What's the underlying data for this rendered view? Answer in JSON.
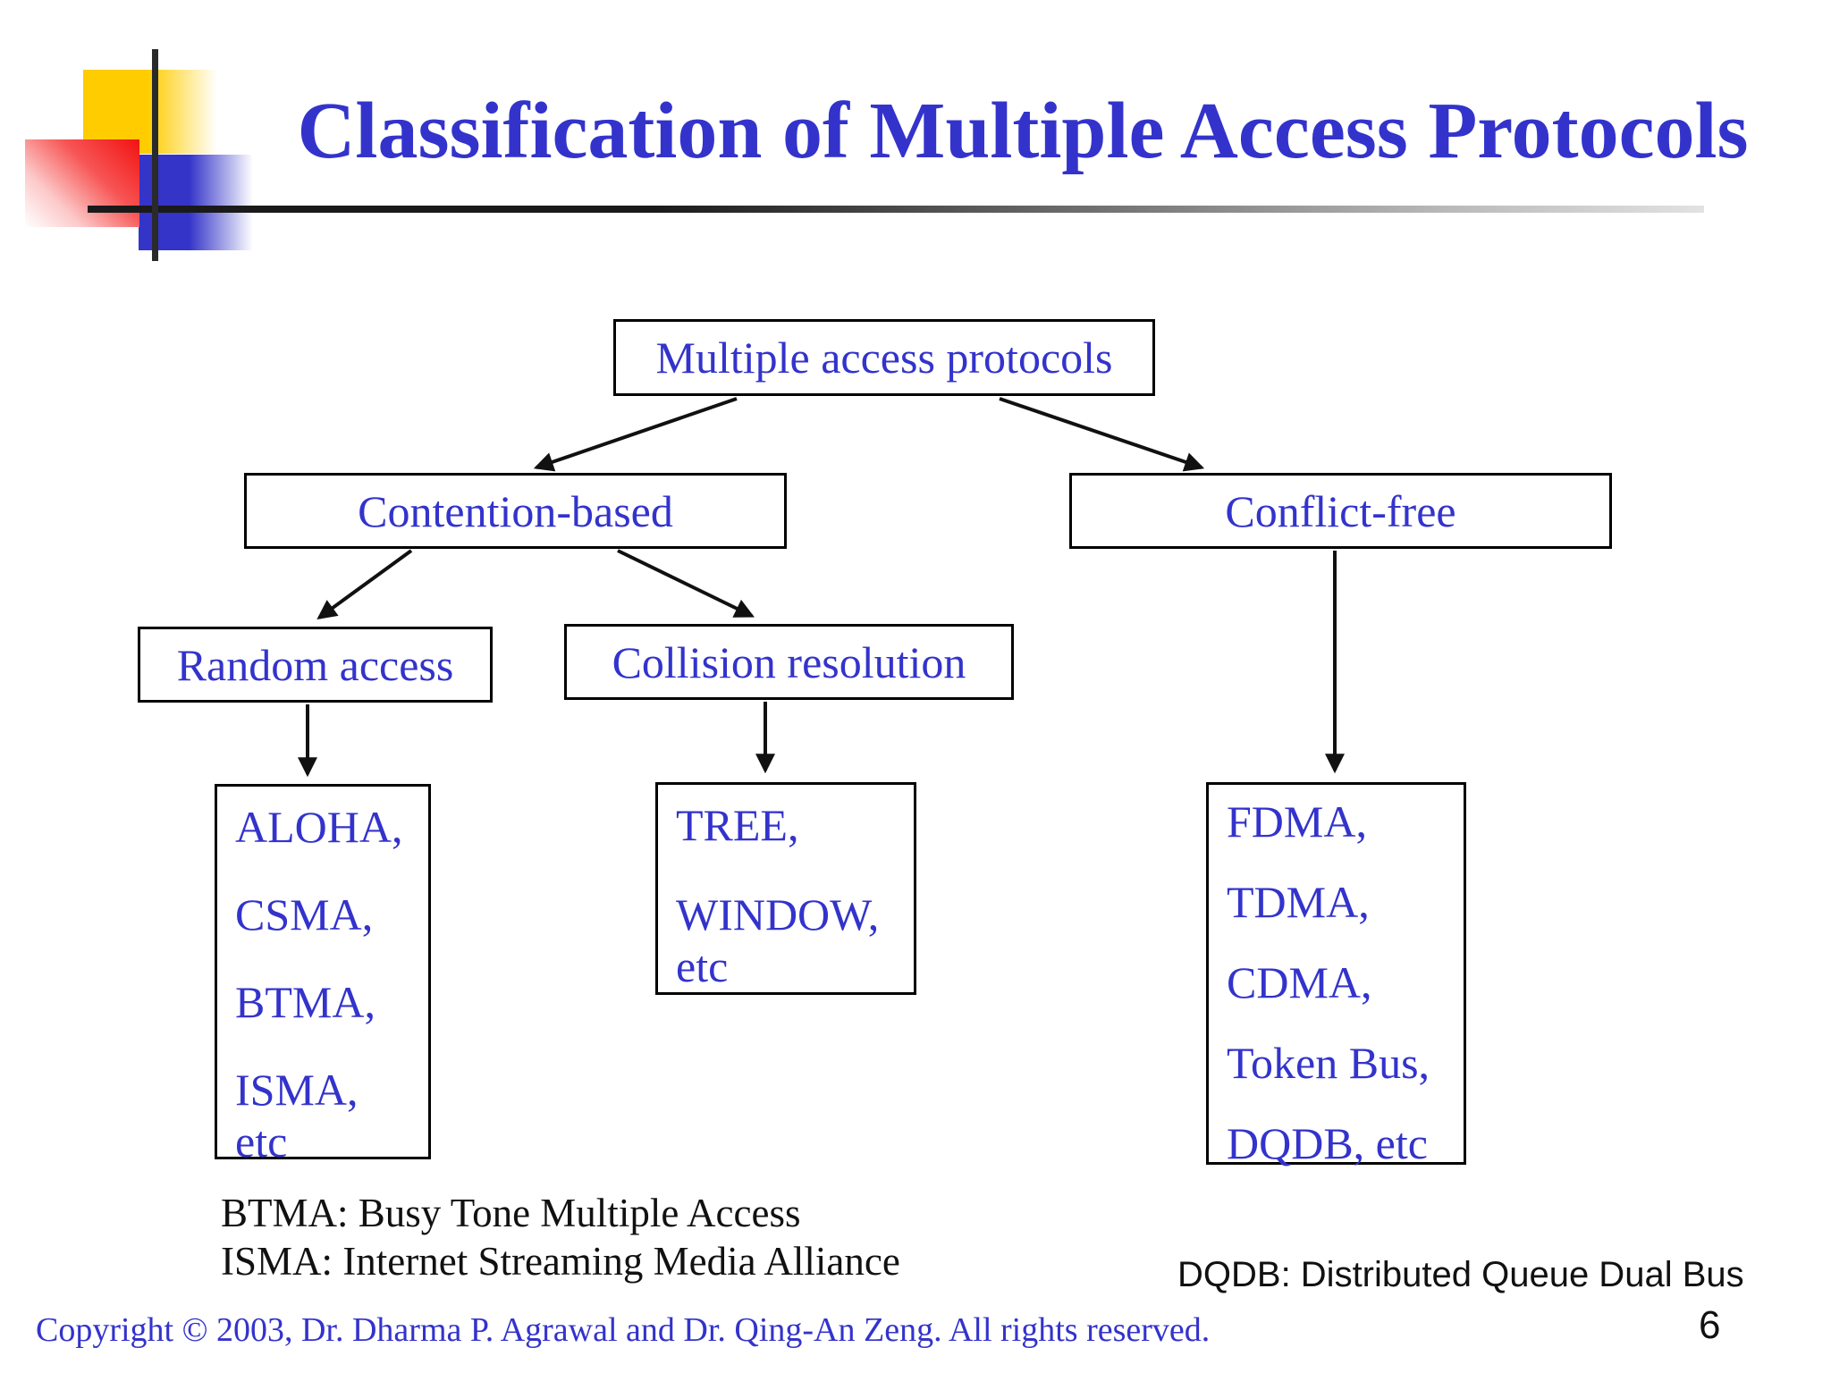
{
  "slide": {
    "title": "Classification of Multiple Access Protocols",
    "footer": "Copyright © 2003, Dr. Dharma P. Agrawal and Dr. Qing-An Zeng. All rights reserved.",
    "page_number": "6"
  },
  "colors": {
    "accent_blue": "#3333cc",
    "deco_yellow": "#ffcc00",
    "deco_red": "#f21212",
    "deco_blue": "#3434c9",
    "line_black": "#1a1a1a"
  },
  "diagram": {
    "nodes": [
      {
        "id": "root",
        "label": "Multiple access protocols"
      },
      {
        "id": "contention",
        "label": "Contention-based"
      },
      {
        "id": "conflict",
        "label": "Conflict-free"
      },
      {
        "id": "random",
        "label": "Random access"
      },
      {
        "id": "collision",
        "label": "Collision resolution"
      },
      {
        "id": "aloha",
        "lines": [
          "ALOHA,",
          "CSMA,",
          "BTMA,",
          "ISMA,",
          "etc"
        ]
      },
      {
        "id": "tree",
        "lines": [
          "TREE,",
          "WINDOW,",
          "etc"
        ]
      },
      {
        "id": "fdma",
        "lines": [
          "FDMA,",
          "TDMA,",
          "CDMA,",
          "Token Bus,",
          "DQDB, etc"
        ]
      }
    ],
    "edges": [
      {
        "from": "root",
        "to": "contention"
      },
      {
        "from": "root",
        "to": "conflict"
      },
      {
        "from": "contention",
        "to": "random"
      },
      {
        "from": "contention",
        "to": "collision"
      },
      {
        "from": "random",
        "to": "aloha"
      },
      {
        "from": "collision",
        "to": "tree"
      },
      {
        "from": "conflict",
        "to": "fdma"
      }
    ]
  },
  "notes": {
    "btma": "BTMA: Busy Tone Multiple Access",
    "isma": "ISMA: Internet Streaming Media Alliance",
    "dqdb": "DQDB: Distributed Queue Dual Bus"
  }
}
